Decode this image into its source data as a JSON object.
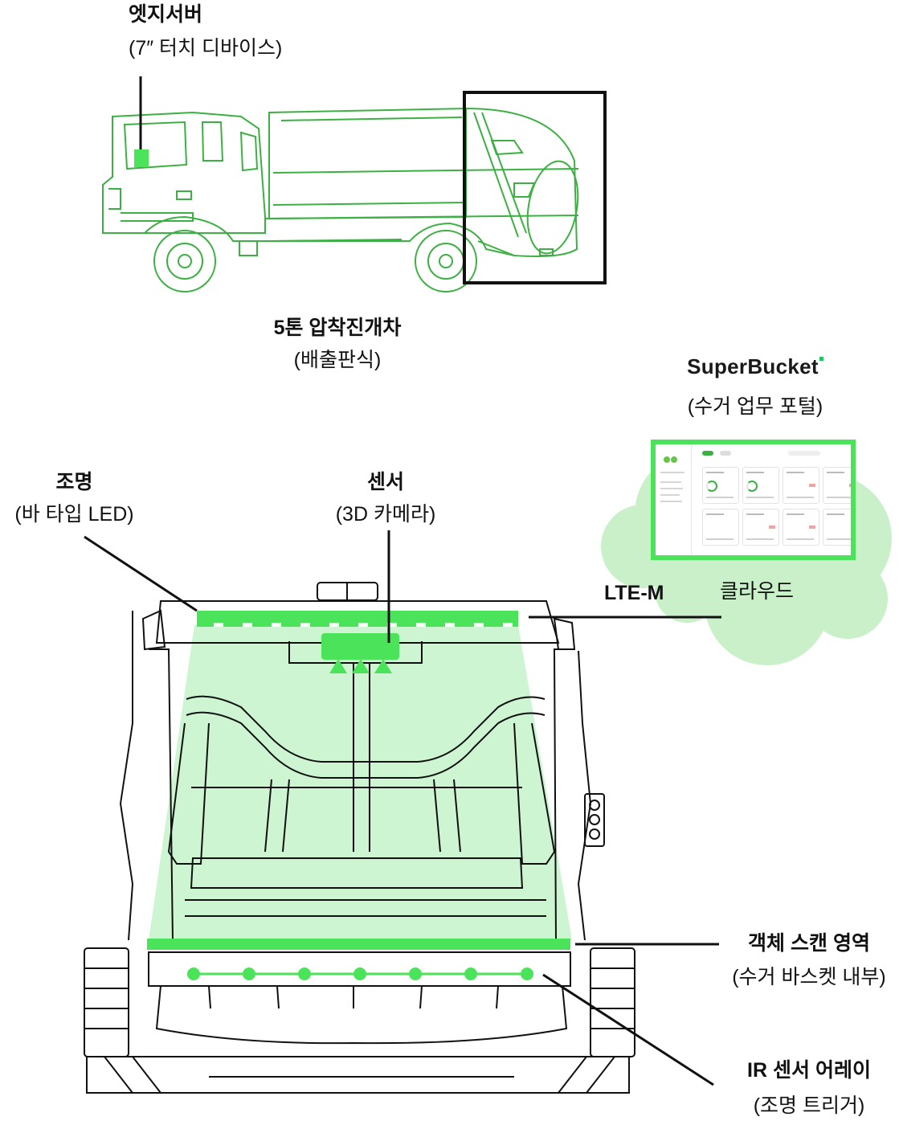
{
  "labels": {
    "edge_server_title": "엣지서버",
    "edge_server_sub": "(7″ 터치 디바이스)",
    "truck_title": "5톤 압착진개차",
    "truck_sub": "(배출판식)",
    "portal_brand": "SuperBucket",
    "portal_sub": "(수거 업무 포털)",
    "lighting_title": "조명",
    "lighting_sub": "(바 타입 LED)",
    "sensor_title": "센서",
    "sensor_sub": "(3D 카메라)",
    "lte": "LTE-M",
    "cloud": "클라우드",
    "scan_title": "객체 스캔 영역",
    "scan_sub": "(수거 바스켓 내부)",
    "ir_title": "IR 센서 어레이",
    "ir_sub": "(조명 트리거)"
  },
  "colors": {
    "accent_green": "#4be35a",
    "line_green": "#3cb043",
    "light_green_fill": "#cdf5d2",
    "cloud_fill": "#c9f0c9",
    "outline": "#111111"
  }
}
